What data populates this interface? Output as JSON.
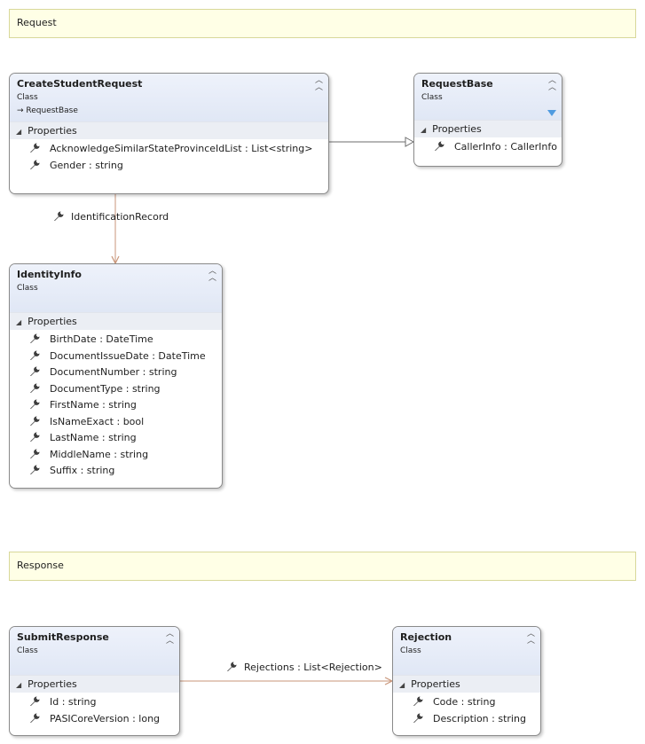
{
  "notes": {
    "request": "Request",
    "response": "Response"
  },
  "classes": {
    "create_student_request": {
      "name": "CreateStudentRequest",
      "stereotype": "Class",
      "base": "→ RequestBase",
      "section": "Properties",
      "properties": [
        "AcknowledgeSimilarStateProvinceIdList : List<string>",
        "Gender : string"
      ]
    },
    "request_base": {
      "name": "RequestBase",
      "stereotype": "Class",
      "section": "Properties",
      "properties": [
        "CallerInfo : CallerInfo"
      ]
    },
    "identity_info": {
      "name": "IdentityInfo",
      "stereotype": "Class",
      "section": "Properties",
      "properties": [
        "BirthDate : DateTime",
        "DocumentIssueDate : DateTime",
        "DocumentNumber : string",
        "DocumentType : string",
        "FirstName : string",
        "IsNameExact : bool",
        "LastName : string",
        "MiddleName : string",
        "Suffix : string"
      ]
    },
    "submit_response": {
      "name": "SubmitResponse",
      "stereotype": "Class",
      "section": "Properties",
      "properties": [
        "Id : string",
        "PASICoreVersion : long"
      ]
    },
    "rejection": {
      "name": "Rejection",
      "stereotype": "Class",
      "section": "Properties",
      "properties": [
        "Code : string",
        "Description : string"
      ]
    }
  },
  "associations": {
    "identification_record": "IdentificationRecord",
    "rejections": "Rejections : List<Rejection>"
  },
  "colors": {
    "association": "#c9967a",
    "inheritance": "#6e6e6e",
    "note_fill": "#ffffe6",
    "header_fill": "#e4eaf6"
  },
  "icons": {
    "property": "wrench-icon",
    "collapse": "double-chevron-up-icon",
    "filter": "filter-icon"
  }
}
